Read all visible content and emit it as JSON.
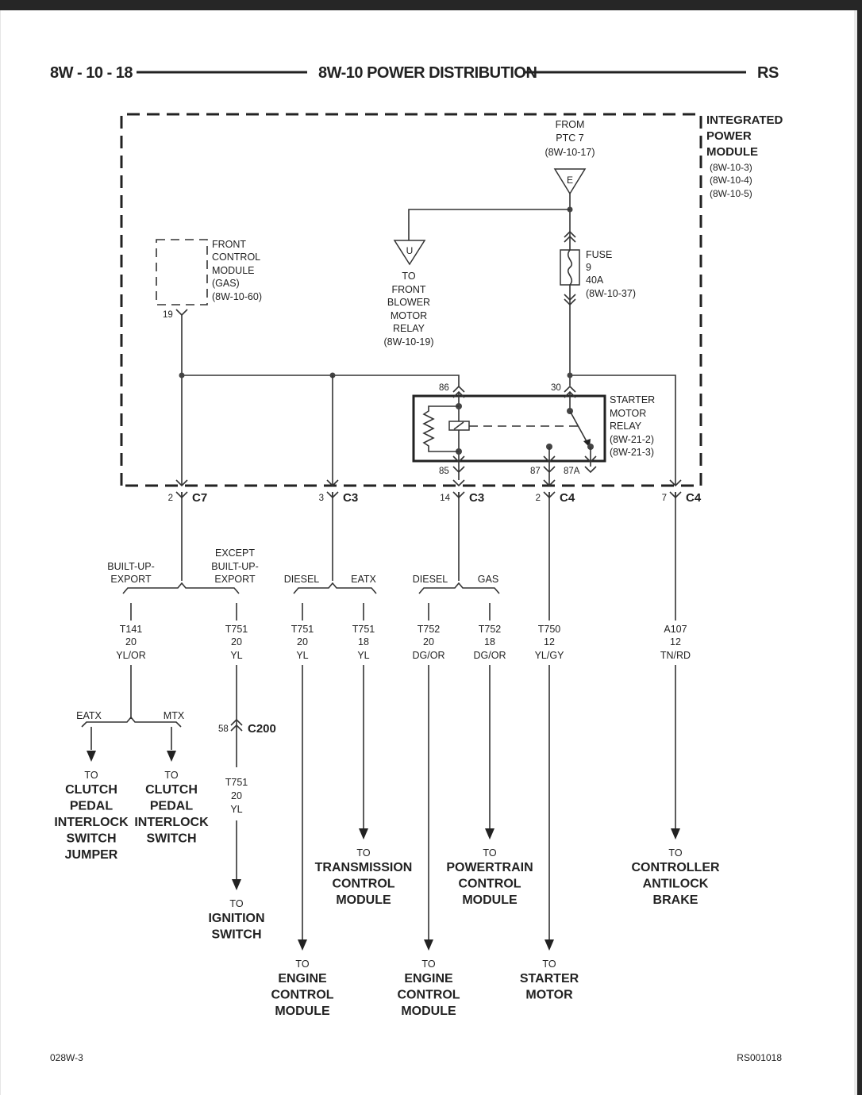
{
  "header": {
    "page_number": "8W - 10 - 18",
    "title": "8W-10 POWER DISTRIBUTION",
    "model_code": "RS"
  },
  "footer": {
    "left_code": "028W-3",
    "right_code": "RS001018"
  },
  "module": {
    "name_lines": [
      "INTEGRATED",
      "POWER",
      "MODULE"
    ],
    "refs": [
      "(8W-10-3)",
      "(8W-10-4)",
      "(8W-10-5)"
    ]
  },
  "source": {
    "label_lines": [
      "FROM",
      "PTC 7",
      "(8W-10-17)"
    ],
    "terminal": "E"
  },
  "blower_relay": {
    "terminal": "U",
    "label_lines": [
      "TO",
      "FRONT",
      "BLOWER",
      "MOTOR",
      "RELAY",
      "(8W-10-19)"
    ]
  },
  "fuse": {
    "label_lines": [
      "FUSE",
      "9",
      "40A",
      "(8W-10-37)"
    ]
  },
  "front_control_module": {
    "label_lines": [
      "FRONT",
      "CONTROL",
      "MODULE",
      "(GAS)",
      "(8W-10-60)"
    ],
    "pin": "19"
  },
  "starter_relay": {
    "label_lines": [
      "STARTER",
      "MOTOR",
      "RELAY",
      "(8W-21-2)",
      "(8W-21-3)"
    ],
    "pins": {
      "p86": "86",
      "p30": "30",
      "p85": "85",
      "p87": "87",
      "p87a": "87A"
    }
  },
  "connectors": [
    {
      "pin": "2",
      "name": "C7"
    },
    {
      "pin": "3",
      "name": "C3"
    },
    {
      "pin": "14",
      "name": "C3"
    },
    {
      "pin": "2",
      "name": "C4"
    },
    {
      "pin": "7",
      "name": "C4"
    }
  ],
  "splits": {
    "c7": {
      "left": [
        "BUILT-UP-",
        "EXPORT"
      ],
      "right": [
        "EXCEPT",
        "BUILT-UP-",
        "EXPORT"
      ]
    },
    "c3a": {
      "left": "DIESEL",
      "right": "EATX"
    },
    "c3b": {
      "left": "DIESEL",
      "right": "GAS"
    },
    "t141": {
      "left": "EATX",
      "right": "MTX"
    }
  },
  "wires": [
    {
      "circuit": "T141",
      "gauge": "20",
      "color": "YL/OR"
    },
    {
      "circuit": "T751",
      "gauge": "20",
      "color": "YL"
    },
    {
      "circuit": "T751",
      "gauge": "20",
      "color": "YL"
    },
    {
      "circuit": "T751",
      "gauge": "18",
      "color": "YL"
    },
    {
      "circuit": "T752",
      "gauge": "20",
      "color": "DG/OR"
    },
    {
      "circuit": "T752",
      "gauge": "18",
      "color": "DG/OR"
    },
    {
      "circuit": "T750",
      "gauge": "12",
      "color": "YL/GY"
    },
    {
      "circuit": "A107",
      "gauge": "12",
      "color": "TN/RD"
    }
  ],
  "c200": {
    "pin": "58",
    "name": "C200",
    "wire": {
      "circuit": "T751",
      "gauge": "20",
      "color": "YL"
    }
  },
  "destinations": {
    "to": "TO",
    "clutch_jumper": [
      "CLUTCH",
      "PEDAL",
      "INTERLOCK",
      "SWITCH",
      "JUMPER"
    ],
    "clutch_switch": [
      "CLUTCH",
      "PEDAL",
      "INTERLOCK",
      "SWITCH"
    ],
    "ignition": [
      "IGNITION",
      "SWITCH"
    ],
    "ecm1": [
      "ENGINE",
      "CONTROL",
      "MODULE"
    ],
    "tcm": [
      "TRANSMISSION",
      "CONTROL",
      "MODULE"
    ],
    "ecm2": [
      "ENGINE",
      "CONTROL",
      "MODULE"
    ],
    "pcm": [
      "POWERTRAIN",
      "CONTROL",
      "MODULE"
    ],
    "starter": [
      "STARTER",
      "MOTOR"
    ],
    "abs": [
      "CONTROLLER",
      "ANTILOCK",
      "BRAKE"
    ]
  }
}
